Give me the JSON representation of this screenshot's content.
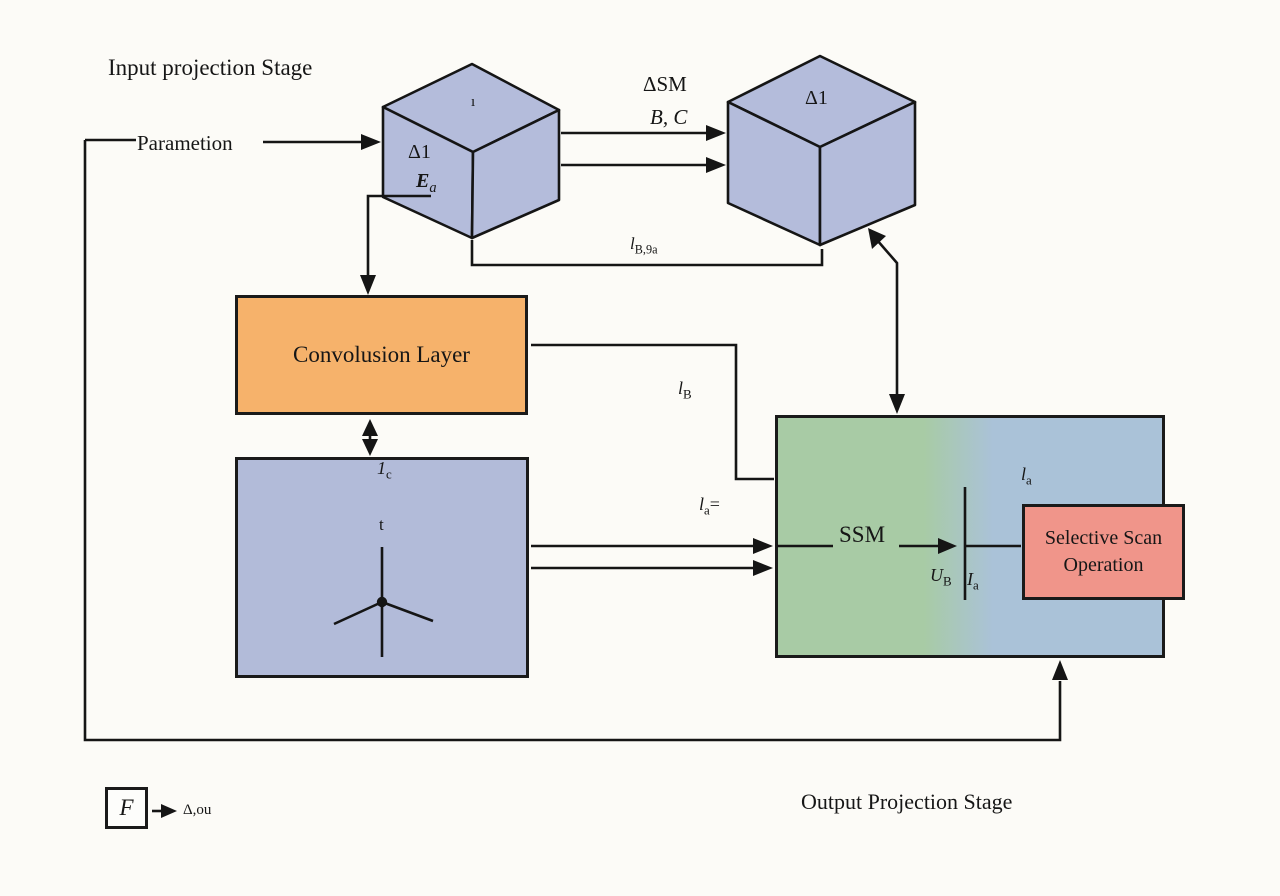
{
  "titles": {
    "input_stage": "Input projection Stage",
    "output_stage": "Output Projection Stage"
  },
  "nodes": {
    "cube1": {
      "top_label": "ı",
      "face_label": "Δ1",
      "corner_label": {
        "base": "E",
        "sub": "a"
      }
    },
    "cube2": {
      "top_label": "Δ1"
    },
    "conv": {
      "label": "Convolusion Layer"
    },
    "state_box": {
      "label": {
        "base": "1",
        "sub": "c"
      },
      "t_label": "t"
    },
    "ssm_box": {
      "label": "SSM",
      "u_label": {
        "base": "U",
        "sub": "B"
      },
      "i_label": {
        "base": "I",
        "sub": "a"
      },
      "out_label": {
        "base": "l",
        "sub": "a"
      }
    },
    "scan_box": {
      "line1": "Selective Scan",
      "line2": "Operation"
    }
  },
  "edges": {
    "parametion": "Parametion",
    "delta_sm": "ΔSM",
    "bc": "B, C",
    "bypass": {
      "base": "l",
      "sub": "B,9a"
    },
    "conv_out": {
      "base": "l",
      "sub": "B"
    },
    "state_out": {
      "base": "l",
      "sub": "a",
      "suffix": "="
    }
  },
  "legend": {
    "symbol": "F",
    "caption": "Δ,ou"
  },
  "colors": {
    "bg": "#fcfbf7",
    "cube_fill": "#b4bcdb",
    "conv_fill": "#f6b26b",
    "state_fill": "#b2bbd9",
    "ssm_green": "#a8cba5",
    "ssm_blue": "#aac2d8",
    "scan_fill": "#f0958a",
    "line": "#151515"
  }
}
